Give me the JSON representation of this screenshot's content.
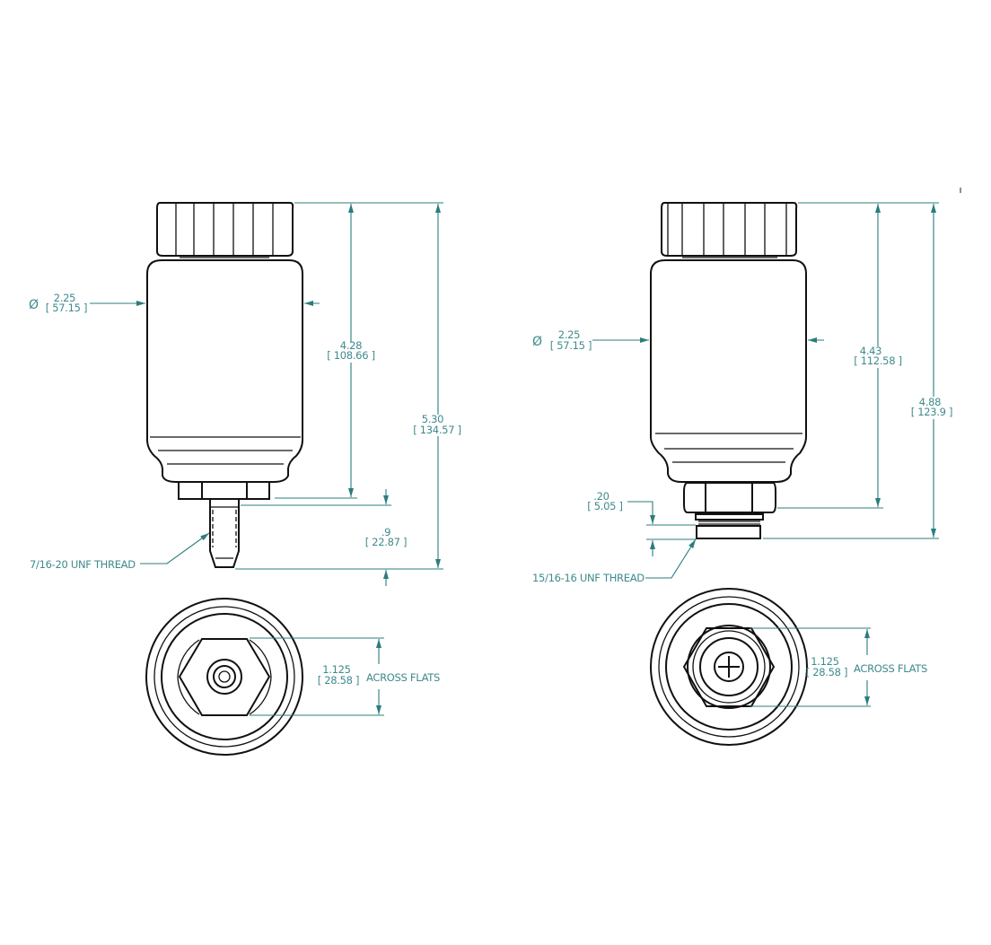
{
  "left_view": {
    "diameter_symbol": "Ø",
    "diameter_in": "2.25",
    "diameter_mm": "[ 57.15 ]",
    "body_height_in": "4.28",
    "body_height_mm": "[ 108.66 ]",
    "overall_height_in": "5.30",
    "overall_height_mm": "[ 134.57 ]",
    "stem_length_in": ".9",
    "stem_length_mm": "[ 22.87 ]",
    "thread_label": "7/16-20 UNF THREAD",
    "flats_in": "1.125",
    "flats_mm": "[ 28.58 ]",
    "flats_label": "ACROSS FLATS"
  },
  "right_view": {
    "diameter_symbol": "Ø",
    "diameter_in": "2.25",
    "diameter_mm": "[ 57.15 ]",
    "body_height_in": "4.43",
    "body_height_mm": "[ 112.58 ]",
    "overall_height_in": "4.88",
    "overall_height_mm": "[ 123.9 ]",
    "thread_length_in": ".20",
    "thread_length_mm": "[ 5.05 ]",
    "thread_label": "15/16-16 UNF THREAD",
    "flats_in": "1.125",
    "flats_mm": "[ 28.58 ]",
    "flats_label": "ACROSS FLATS"
  },
  "colors": {
    "dimension": "#2b7c7e",
    "outline": "#111111"
  }
}
